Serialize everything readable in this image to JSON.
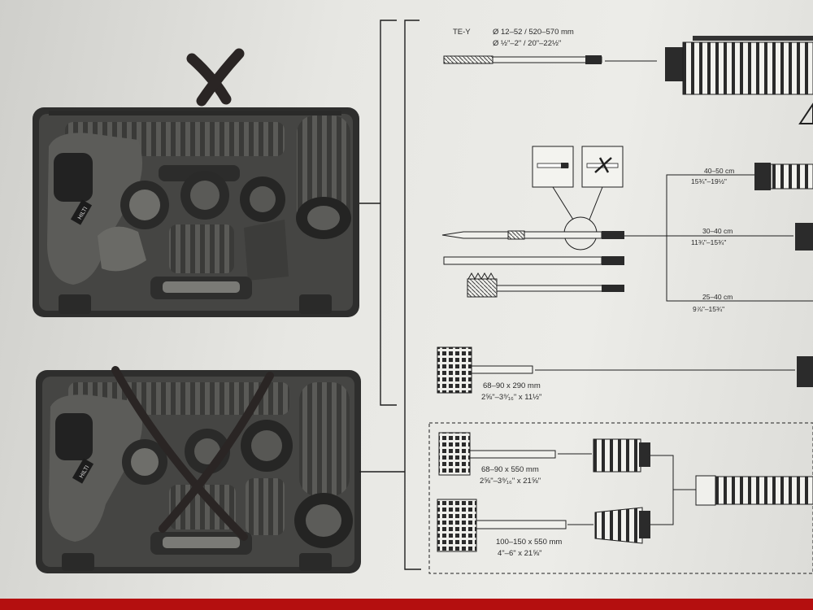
{
  "drill_bit": {
    "model": "TE-Y",
    "metric": "Ø 12–52 / 520–570 mm",
    "imperial": "Ø ½\"–2\" / 20\"–22½\""
  },
  "extension_lengths": [
    {
      "metric": "40–50 cm",
      "imperial": "15¾\"–19½\""
    },
    {
      "metric": "30–40 cm",
      "imperial": "11¾\"–15¾\""
    },
    {
      "metric": "25–40 cm",
      "imperial": "9⅞\"–15¾\""
    }
  ],
  "core_bits": [
    {
      "metric": "68–90 x 290 mm",
      "imperial": "2⅝\"–3⁹⁄₁₆\" x 11½\""
    },
    {
      "metric": "68–90 x 550 mm",
      "imperial": "2⅝\"–3⁹⁄₁₆\" x 21⅝\""
    },
    {
      "metric": "100–150 x 550 mm",
      "imperial": "4\"–6\" x 21⅝\""
    }
  ],
  "case_brand": "HILTI",
  "colors": {
    "ink": "#1f1f1f",
    "case": "#4a4a48",
    "case_dark": "#2c2c2b",
    "marker": "#2a2524",
    "paper": "#e8e8e4",
    "strip": "#b40f0f"
  },
  "icons": {
    "warning": "warning-triangle-icon",
    "allowed": "chisel-allowed-icon",
    "not_allowed": "chisel-crossed-icon"
  }
}
